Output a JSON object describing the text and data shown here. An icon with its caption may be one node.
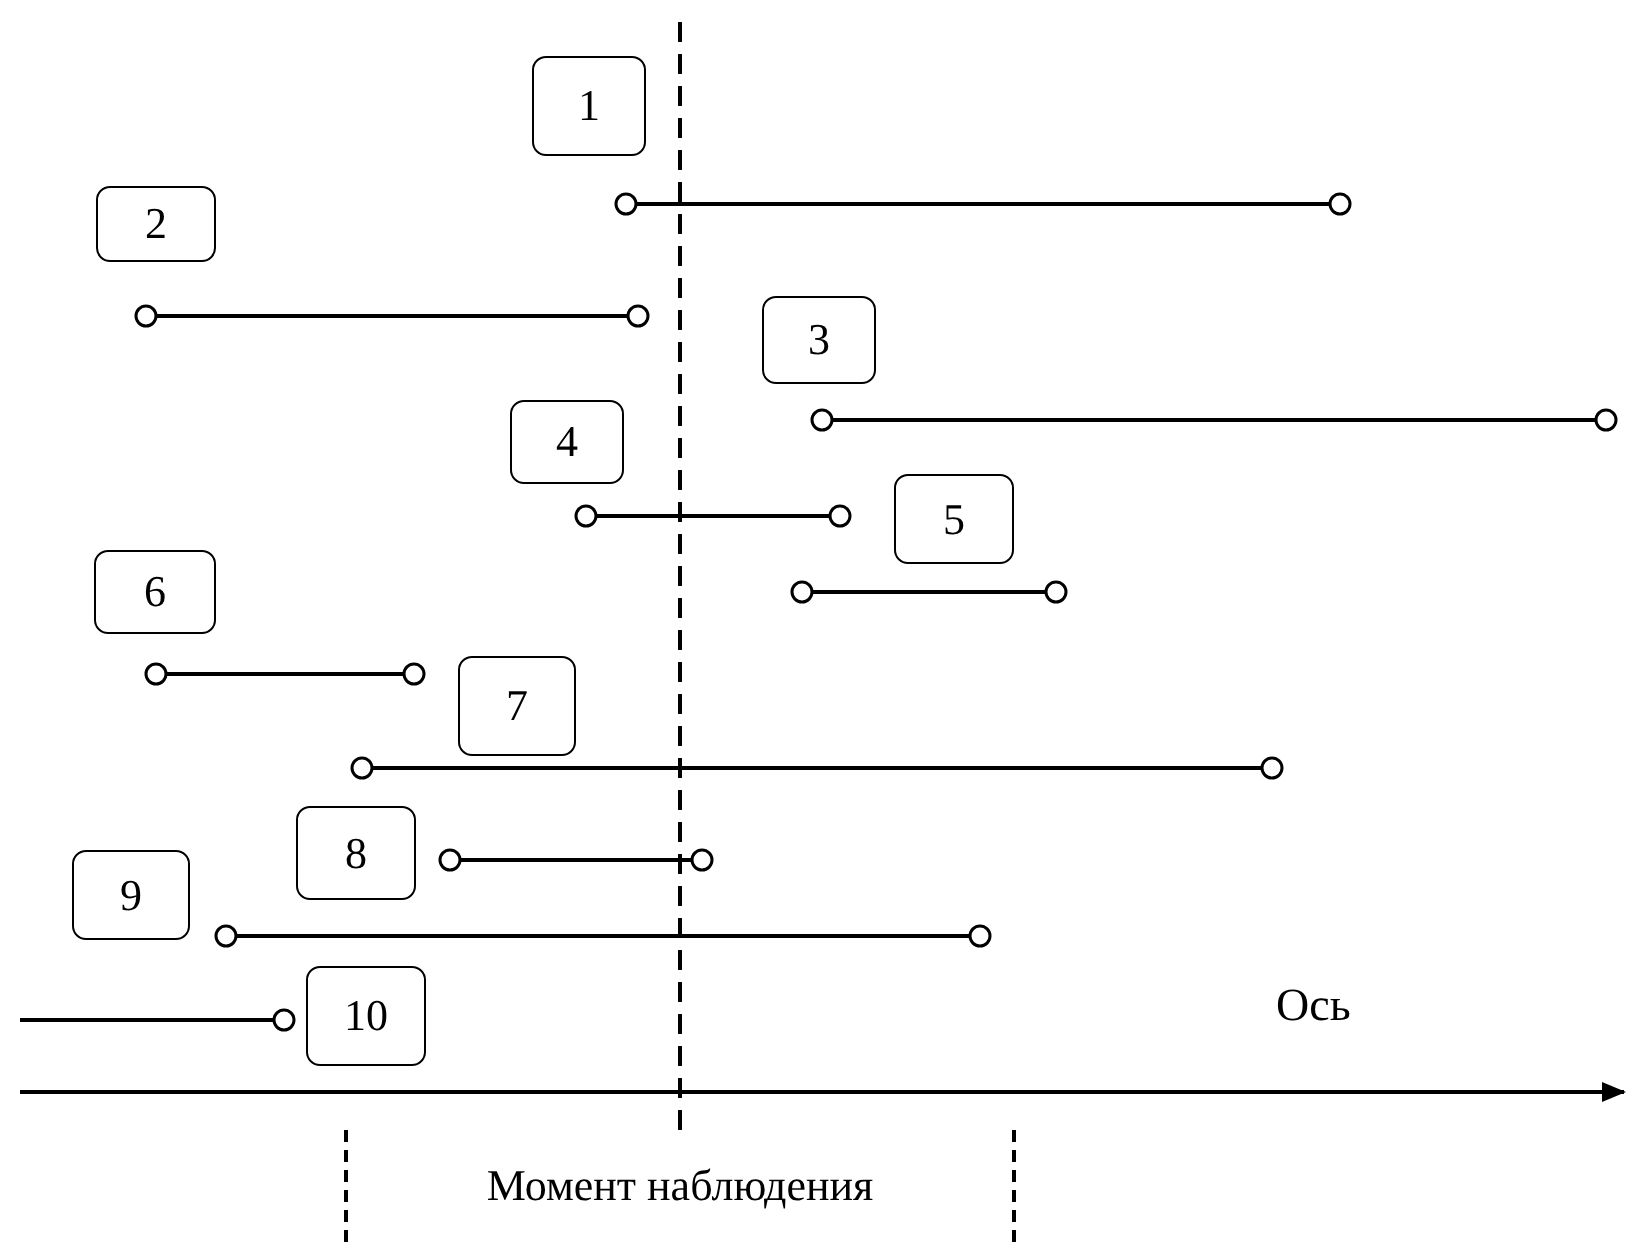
{
  "diagram": {
    "nodes": [
      {
        "text": [
          "1"
        ]
      },
      {
        "text": [
          "2"
        ]
      },
      {
        "text": [
          "3"
        ]
      },
      {
        "text": [
          "4"
        ]
      },
      {
        "text": [
          "5"
        ]
      },
      {
        "text": [
          "6"
        ]
      },
      {
        "text": [
          "7"
        ]
      },
      {
        "text": [
          "8"
        ]
      },
      {
        "text": [
          "9"
        ]
      },
      {
        "text": [
          "10"
        ]
      },
      {
        "text": [
          "Момент наблюдения"
        ]
      }
    ],
    "labels": [
      "Ось"
    ]
  }
}
